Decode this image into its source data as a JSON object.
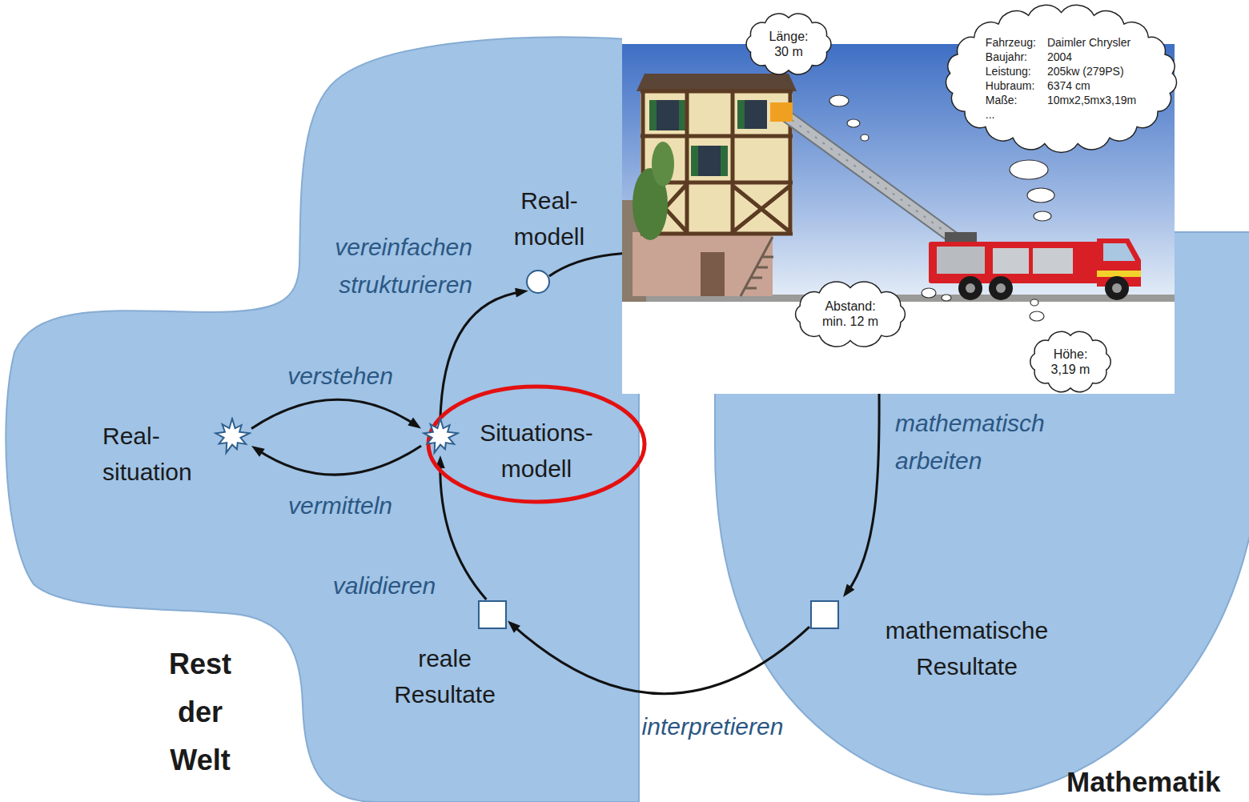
{
  "diagram": {
    "nodes": [
      {
        "text": [
          "Rest der Welt"
        ]
      },
      {
        "text": [
          "Mathematik"
        ]
      },
      {
        "text": [
          "Real- situation"
        ],
        "in": 0
      },
      {
        "text": [
          "Situations- modell"
        ],
        "in": 0
      },
      {
        "text": [
          "Real- modell"
        ],
        "in": 0
      },
      {
        "text": [
          "reale Resultate"
        ],
        "in": 0
      },
      {
        "text": [
          "mathematische Resultate"
        ],
        "in": 1
      },
      {
        "text": [
          "Länge: 30 m"
        ]
      },
      {
        "text": [
          "Fahrzeug:",
          "Daimler Chrysler",
          "Baujahr:",
          "2004",
          "Leistung:",
          "205kw (279PS)",
          "Hubraum:",
          "6374 cm",
          "Maße:",
          "10mx2,5mx3,19m",
          "..."
        ]
      },
      {
        "text": [
          "Abstand: min. 12 m"
        ]
      },
      {
        "text": [
          "Höhe: 3,19 m"
        ]
      }
    ],
    "edges": [
      {
        "from": 2,
        "to": 3,
        "arrow": "to",
        "label": "verstehen"
      },
      {
        "from": 3,
        "to": 2,
        "arrow": "to",
        "label": "vermitteln"
      },
      {
        "from": 3,
        "to": 4,
        "arrow": "to",
        "label": "vereinfachen strukturieren"
      },
      {
        "from": 5,
        "to": 3,
        "arrow": "to",
        "label": "validieren"
      },
      {
        "from": 6,
        "to": 5,
        "arrow": "to",
        "label": "interpretieren"
      }
    ],
    "labels": [
      "mathematisch arbeiten"
    ]
  }
}
